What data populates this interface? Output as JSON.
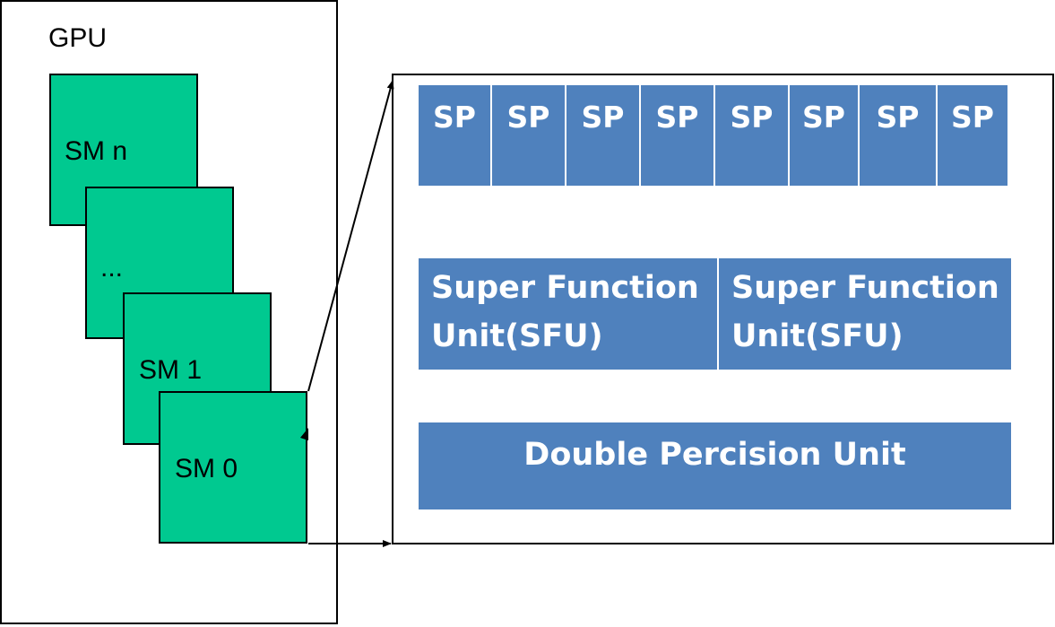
{
  "gpu": {
    "label": "GPU",
    "sms": [
      {
        "label": "SM n"
      },
      {
        "label": "..."
      },
      {
        "label": "SM 1"
      },
      {
        "label": "SM 0"
      }
    ]
  },
  "sm_detail": {
    "sp_units": [
      "SP",
      "SP",
      "SP",
      "SP",
      "SP",
      "SP",
      "SP",
      "SP"
    ],
    "sfu_units": [
      "Super Function Unit(SFU)",
      "Super Function Unit(SFU)"
    ],
    "double_precision_unit": "Double Percision Unit"
  },
  "colors": {
    "sm_fill": "#00c990",
    "unit_fill": "#4f81bd",
    "unit_text": "#ffffff",
    "outline": "#000000"
  }
}
